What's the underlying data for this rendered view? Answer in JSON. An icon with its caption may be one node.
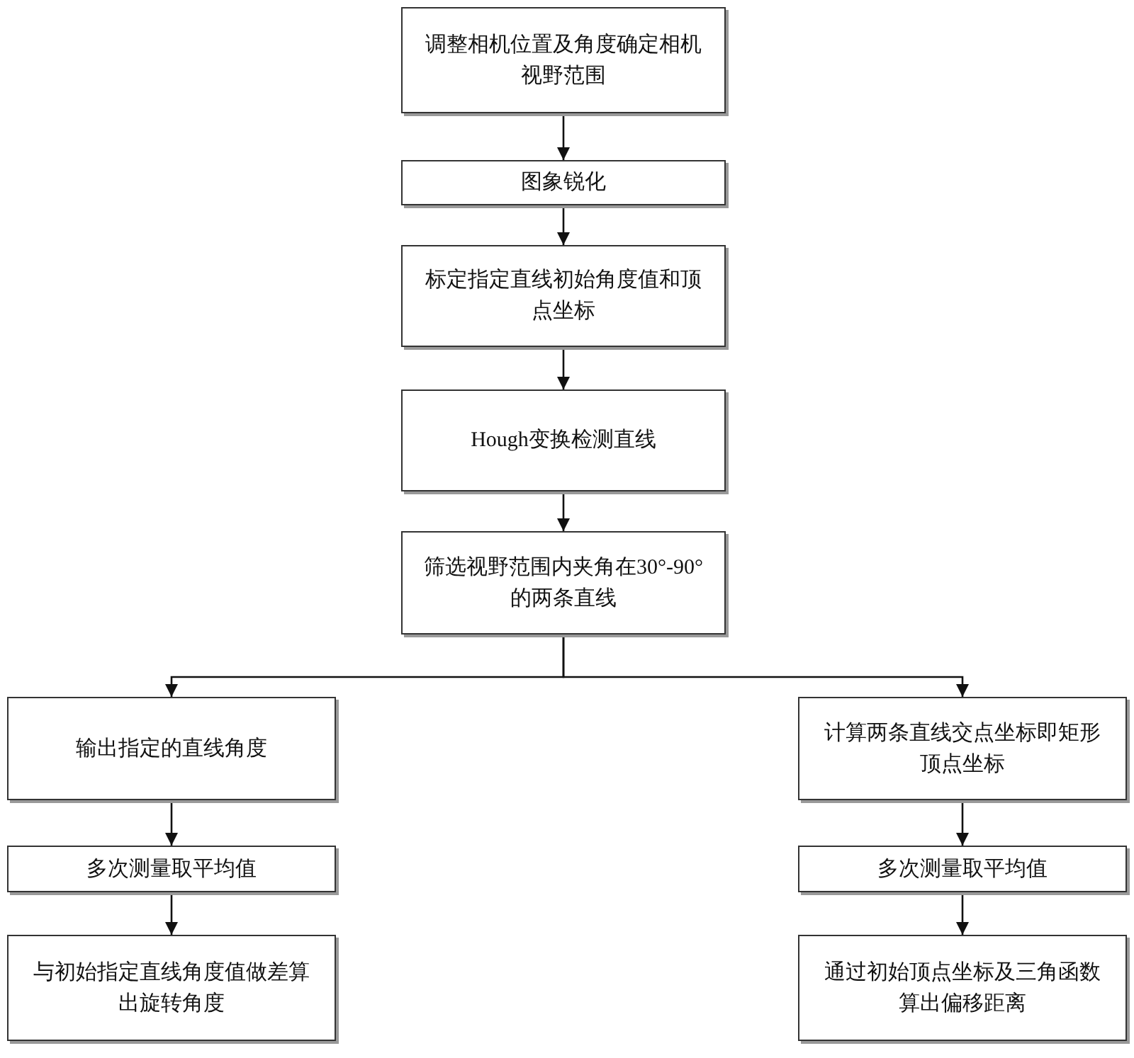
{
  "diagram": {
    "nodes": [
      {
        "text": [
          "调整相机位置及角度确定相机视野范围"
        ]
      },
      {
        "text": [
          "图象锐化"
        ]
      },
      {
        "text": [
          "标定指定直线初始角度值和顶点坐标"
        ]
      },
      {
        "text": [
          "Hough变换检测直线"
        ]
      },
      {
        "text": [
          "筛选视野范围内夹角在30°-90°的两条直线"
        ]
      },
      {
        "text": [
          "输出指定的直线角度"
        ]
      },
      {
        "text": [
          "多次测量取平均值"
        ]
      },
      {
        "text": [
          "与初始指定直线角度值做差算出旋转角度"
        ]
      },
      {
        "text": [
          "计算两条直线交点坐标即矩形顶点坐标"
        ]
      },
      {
        "text": [
          "多次测量取平均值"
        ]
      },
      {
        "text": [
          "通过初始顶点坐标及三角函数算出偏移距离"
        ]
      }
    ],
    "edges": [
      {
        "from": 0,
        "to": 1,
        "arrow": "to"
      },
      {
        "from": 1,
        "to": 2,
        "arrow": "to"
      },
      {
        "from": 2,
        "to": 3,
        "arrow": "to"
      },
      {
        "from": 3,
        "to": 4,
        "arrow": "to"
      },
      {
        "from": 4,
        "to": 5,
        "arrow": "to"
      },
      {
        "from": 4,
        "to": 8,
        "arrow": "to"
      },
      {
        "from": 5,
        "to": 6,
        "arrow": "to"
      },
      {
        "from": 6,
        "to": 7,
        "arrow": "to"
      },
      {
        "from": 8,
        "to": 9,
        "arrow": "to"
      },
      {
        "from": 9,
        "to": 10,
        "arrow": "to"
      }
    ]
  }
}
